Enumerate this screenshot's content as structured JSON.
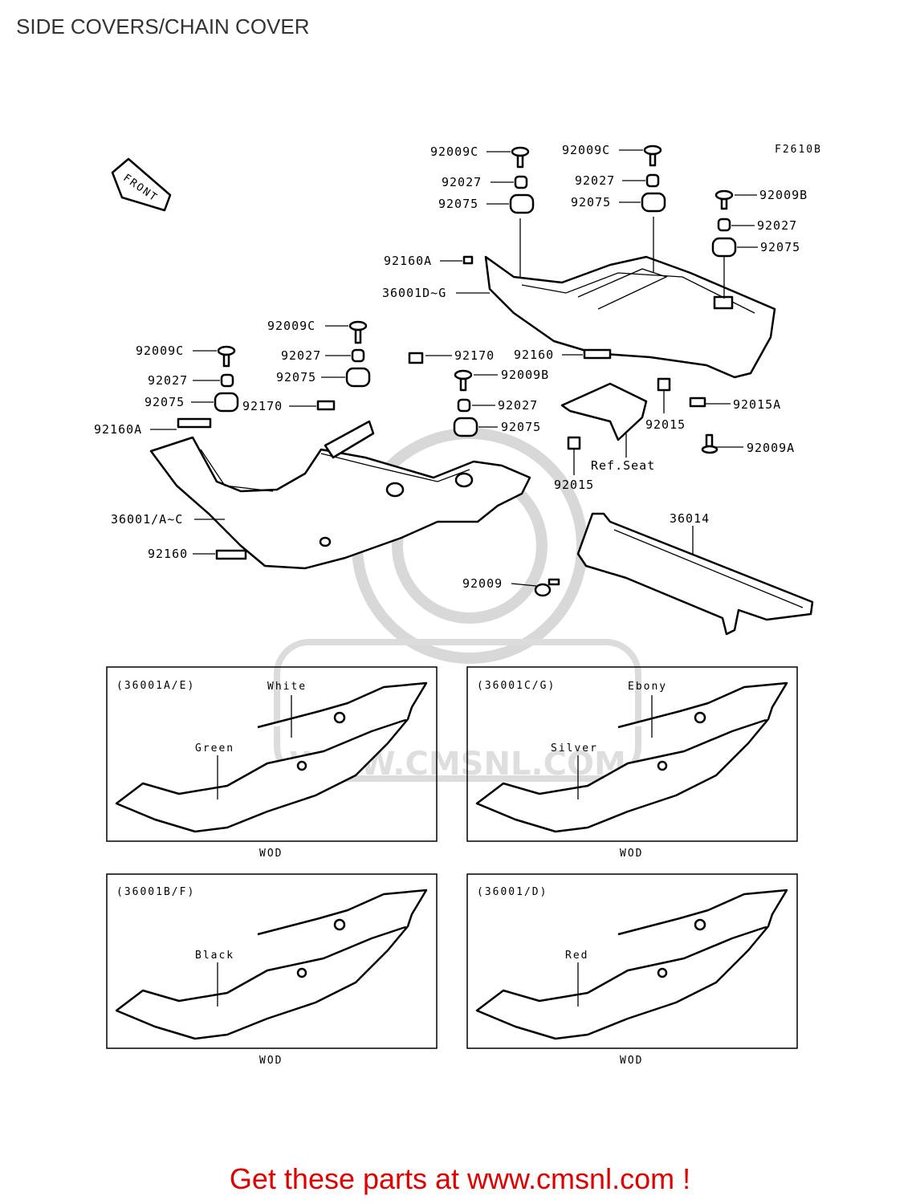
{
  "title": "SIDE COVERS/CHAIN COVER",
  "figure_code": "F2610B",
  "front_label": "FRONT",
  "watermark": "WWW.CMSNL.COM",
  "footer": "Get these parts at www.cmsnl.com !",
  "labels": {
    "l01": "92009C",
    "l02": "92027",
    "l03": "92075",
    "l04": "92009C",
    "l05": "92027",
    "l06": "92075",
    "l07": "92009B",
    "l08": "92027",
    "l09": "92075",
    "l10": "92160A",
    "l11": "36001D~G",
    "l12": "92009C",
    "l13": "92027",
    "l14": "92075",
    "l15": "92170",
    "l16": "92009C",
    "l17": "92027",
    "l18": "92075",
    "l19": "92160A",
    "l20": "92170",
    "l21": "92160",
    "l22": "92009B",
    "l23": "92027",
    "l24": "92075",
    "l25": "92015",
    "l26": "92015A",
    "l27": "92015",
    "l28": "92009A",
    "l29": "Ref.Seat",
    "l30": "36001/A~C",
    "l31": "36014",
    "l32": "92160",
    "l33": "92009"
  },
  "panels": [
    {
      "code": "(36001A/E)",
      "upper_color": "White",
      "lower_color": "Green",
      "note": "WOD"
    },
    {
      "code": "(36001C/G)",
      "upper_color": "Ebony",
      "lower_color": "Silver",
      "note": "WOD"
    },
    {
      "code": "(36001B/F)",
      "upper_color": "",
      "lower_color": "Black",
      "note": "WOD"
    },
    {
      "code": "(36001/D)",
      "upper_color": "",
      "lower_color": "Red",
      "note": "WOD"
    }
  ]
}
